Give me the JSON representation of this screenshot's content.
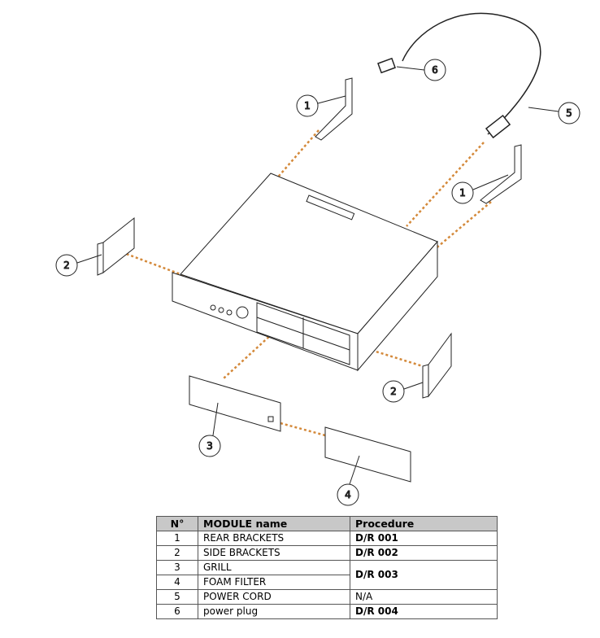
{
  "callouts": {
    "c1a": "1",
    "c1b": "1",
    "c2a": "2",
    "c2b": "2",
    "c3": "3",
    "c4": "4",
    "c5": "5",
    "c6": "6"
  },
  "colors": {
    "dash": "#d4893a",
    "line": "#222222",
    "header_bg": "#c8c8c8"
  },
  "table": {
    "headers": [
      "N°",
      "MODULE name",
      "Procedure"
    ],
    "rows": [
      {
        "no": "1",
        "name": "REAR BRACKETS",
        "proc": "D/R 001"
      },
      {
        "no": "2",
        "name": "SIDE BRACKETS",
        "proc": "D/R 002"
      },
      {
        "no": "3",
        "name": "GRILL",
        "proc": "D/R 003"
      },
      {
        "no": "4",
        "name": "FOAM FILTER",
        "proc": ""
      },
      {
        "no": "5",
        "name": "POWER CORD",
        "proc": "N/A"
      },
      {
        "no": "6",
        "name": "power plug",
        "proc": "D/R 004"
      }
    ]
  }
}
